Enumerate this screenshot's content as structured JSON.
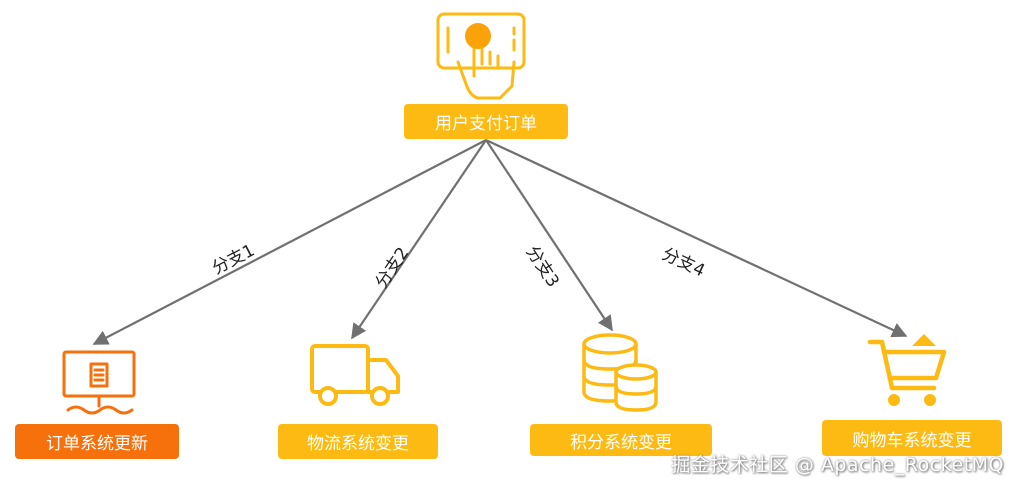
{
  "colors": {
    "accent_yellow": "#FDBA12",
    "accent_orange": "#F6700C",
    "edge_gray": "#707070"
  },
  "root": {
    "label": "用户支付订单",
    "icon": "hand-tap-phone-icon"
  },
  "branches": [
    {
      "edge_label": "分支1",
      "label": "订单系统更新",
      "icon": "monitor-icon",
      "color": "#F6700C"
    },
    {
      "edge_label": "分支2",
      "label": "物流系统变更",
      "icon": "truck-icon",
      "color": "#FDBA12"
    },
    {
      "edge_label": "分支3",
      "label": "积分系统变更",
      "icon": "coin-stack-icon",
      "color": "#FDBA12"
    },
    {
      "edge_label": "分支4",
      "label": "购物车系统变更",
      "icon": "shopping-cart-icon",
      "color": "#FDBA12"
    }
  ],
  "watermark": "掘金技术社区 @ Apache_RocketMQ"
}
